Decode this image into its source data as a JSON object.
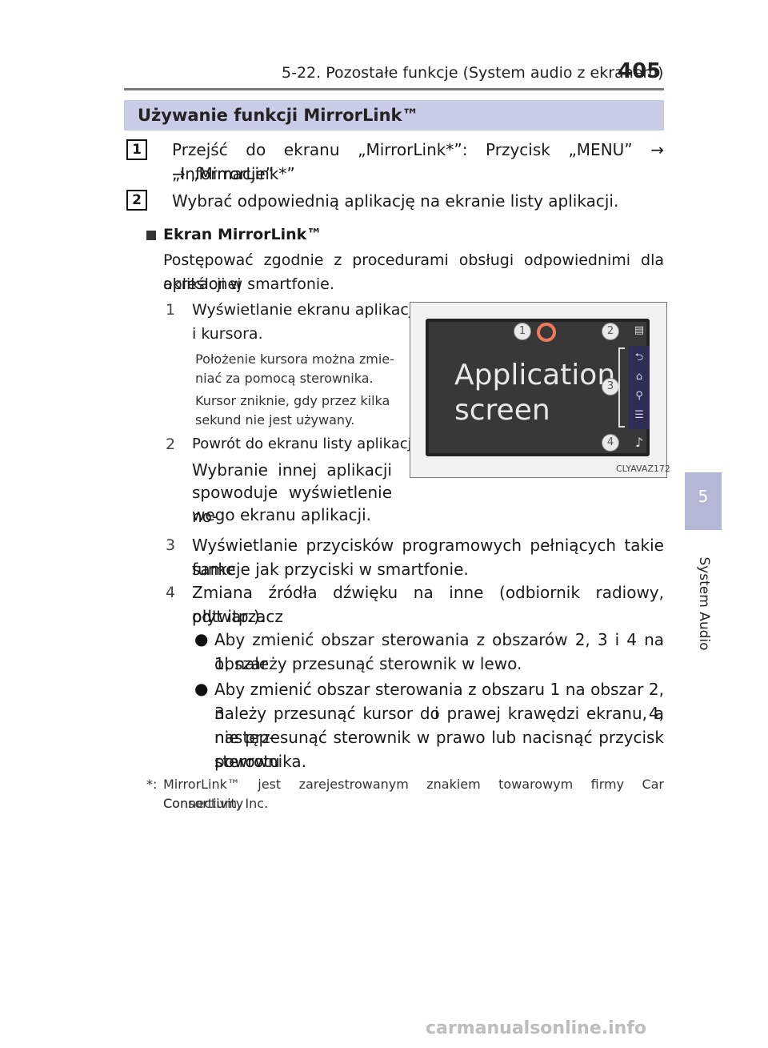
{
  "header": {
    "title": "5-22. Pozostałe funkcje (System audio z ekranem)",
    "page_number": "405"
  },
  "side_tab": {
    "number": "5",
    "label": "System Audio"
  },
  "section": {
    "title": "Używanie funkcji MirrorLink™"
  },
  "steps": [
    {
      "num": "1",
      "line1": "Przejść do ekranu „MirrorLink*”: Przycisk „MENU” → „Informacje”",
      "line2": "→ „MirrorLink*”"
    },
    {
      "num": "2",
      "line1": "Wybrać odpowiednią aplikację na ekranie listy aplikacji."
    }
  ],
  "subsection": {
    "title": "Ekran MirrorLink™",
    "body_line1": "Postępować zgodnie z procedurami obsługi odpowiednimi dla określonej",
    "body_line2": "aplikacji w smartfonie."
  },
  "items": [
    {
      "num": "1",
      "line1": "Wyświetlanie ekranu aplikacji",
      "line2": "i kursora.",
      "notes": [
        {
          "line1": "Położenie kursora można zmie-",
          "line2": "niać za pomocą sterownika."
        },
        {
          "line1": "Kursor zniknie, gdy przez kilka",
          "line2": "sekund nie jest używany."
        }
      ]
    },
    {
      "num": "2",
      "line1": "Powrót do ekranu listy aplikacji",
      "para1": "Wybranie innej aplikacji",
      "para2": "spowoduje wyświetlenie no-",
      "para3": "wego ekranu aplikacji."
    },
    {
      "num": "3",
      "line1": "Wyświetlanie przycisków programowych pełniących takie same",
      "line2": "funkcje jak przyciski w smartfonie."
    },
    {
      "num": "4",
      "line1": "Zmiana źródła dźwięku na inne (odbiornik radiowy, odtwarzacz",
      "line2": "płyt itp.)."
    }
  ],
  "bullets": [
    {
      "line1": "Aby zmienić obszar sterowania z obszarów 2, 3 i 4 na obszar",
      "line2": "1, należy przesunąć sterownik w lewo."
    },
    {
      "line1": "Aby zmienić obszar sterowania z obszaru 1 na obszar 2, 3 i 4,",
      "line2": "należy przesunąć kursor do prawej krawędzi ekranu, a następ-",
      "line3": "nie przesunąć sterownik w prawo lub nacisnąć przycisk powrotu",
      "line4": "sterownika."
    }
  ],
  "footnote": {
    "marker": "*:",
    "line1": "MirrorLink™ jest zarejestrowanym znakiem towarowym firmy Car Connectivity",
    "line2": "Consortium, Inc."
  },
  "figure": {
    "screen_line1": "Application",
    "screen_line2": "screen",
    "callouts": [
      "1",
      "2",
      "3",
      "4"
    ],
    "caption": "CLYAVAZ172",
    "strip_icons": [
      "back-icon",
      "home-icon",
      "search-icon",
      "menu-icon"
    ],
    "glyphs": {
      "back": "⮌",
      "home": "⌂",
      "search": "⚲",
      "menu": "☰",
      "list": "▤",
      "note": "♪"
    }
  },
  "watermark": "carmanualsonline.info",
  "colors": {
    "section_bar": "#c9cce6",
    "side_tab": "#b4b7d6",
    "cursor": "#f07a5a"
  }
}
